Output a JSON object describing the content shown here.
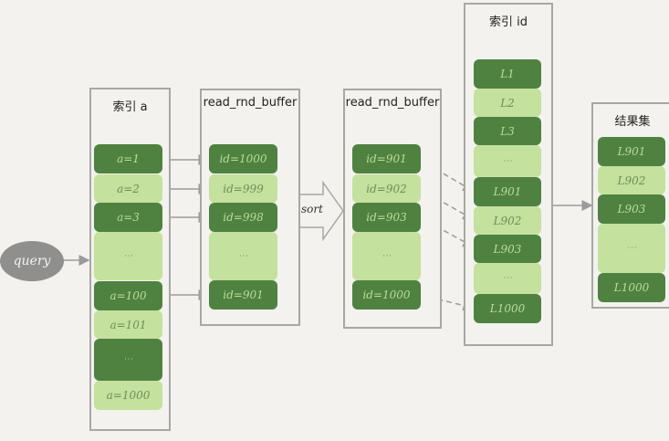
{
  "query": {
    "label": "query"
  },
  "sort": {
    "label": "sort"
  },
  "index_a": {
    "title": "索引 a",
    "cells": [
      {
        "label": "a=1",
        "tone": "dark"
      },
      {
        "label": "a=2",
        "tone": "light"
      },
      {
        "label": "a=3",
        "tone": "dark"
      },
      {
        "label": "⋮",
        "tone": "light"
      },
      {
        "label": "a=100",
        "tone": "dark"
      },
      {
        "label": "a=101",
        "tone": "light"
      },
      {
        "label": "⋮",
        "tone": "dark"
      },
      {
        "label": "a=1000",
        "tone": "light"
      }
    ]
  },
  "buffer_unsorted": {
    "title": "read_rnd_buffer",
    "cells": [
      {
        "label": "id=1000",
        "tone": "dark"
      },
      {
        "label": "id=999",
        "tone": "light"
      },
      {
        "label": "id=998",
        "tone": "dark"
      },
      {
        "label": "⋮",
        "tone": "light"
      },
      {
        "label": "id=901",
        "tone": "dark"
      }
    ]
  },
  "buffer_sorted": {
    "title": "read_rnd_buffer",
    "cells": [
      {
        "label": "id=901",
        "tone": "dark"
      },
      {
        "label": "id=902",
        "tone": "light"
      },
      {
        "label": "id=903",
        "tone": "dark"
      },
      {
        "label": "⋮",
        "tone": "light"
      },
      {
        "label": "id=1000",
        "tone": "dark"
      }
    ]
  },
  "index_id": {
    "title": "索引 id",
    "cells": [
      {
        "label": "L1",
        "tone": "dark"
      },
      {
        "label": "L2",
        "tone": "light"
      },
      {
        "label": "L3",
        "tone": "dark"
      },
      {
        "label": "⋮",
        "tone": "light"
      },
      {
        "label": "L901",
        "tone": "dark"
      },
      {
        "label": "L902",
        "tone": "light"
      },
      {
        "label": "L903",
        "tone": "dark"
      },
      {
        "label": "⋮",
        "tone": "light"
      },
      {
        "label": "L1000",
        "tone": "dark"
      }
    ]
  },
  "result_set": {
    "title": "结果集",
    "cells": [
      {
        "label": "L901",
        "tone": "dark"
      },
      {
        "label": "L902",
        "tone": "light"
      },
      {
        "label": "L903",
        "tone": "dark"
      },
      {
        "label": "⋮",
        "tone": "light"
      },
      {
        "label": "L1000",
        "tone": "dark"
      }
    ]
  },
  "colors": {
    "dark_cell": "#4f8240",
    "light_cell": "#c4e19d",
    "border": "#a7a7a5",
    "background": "#f3f2ee"
  }
}
